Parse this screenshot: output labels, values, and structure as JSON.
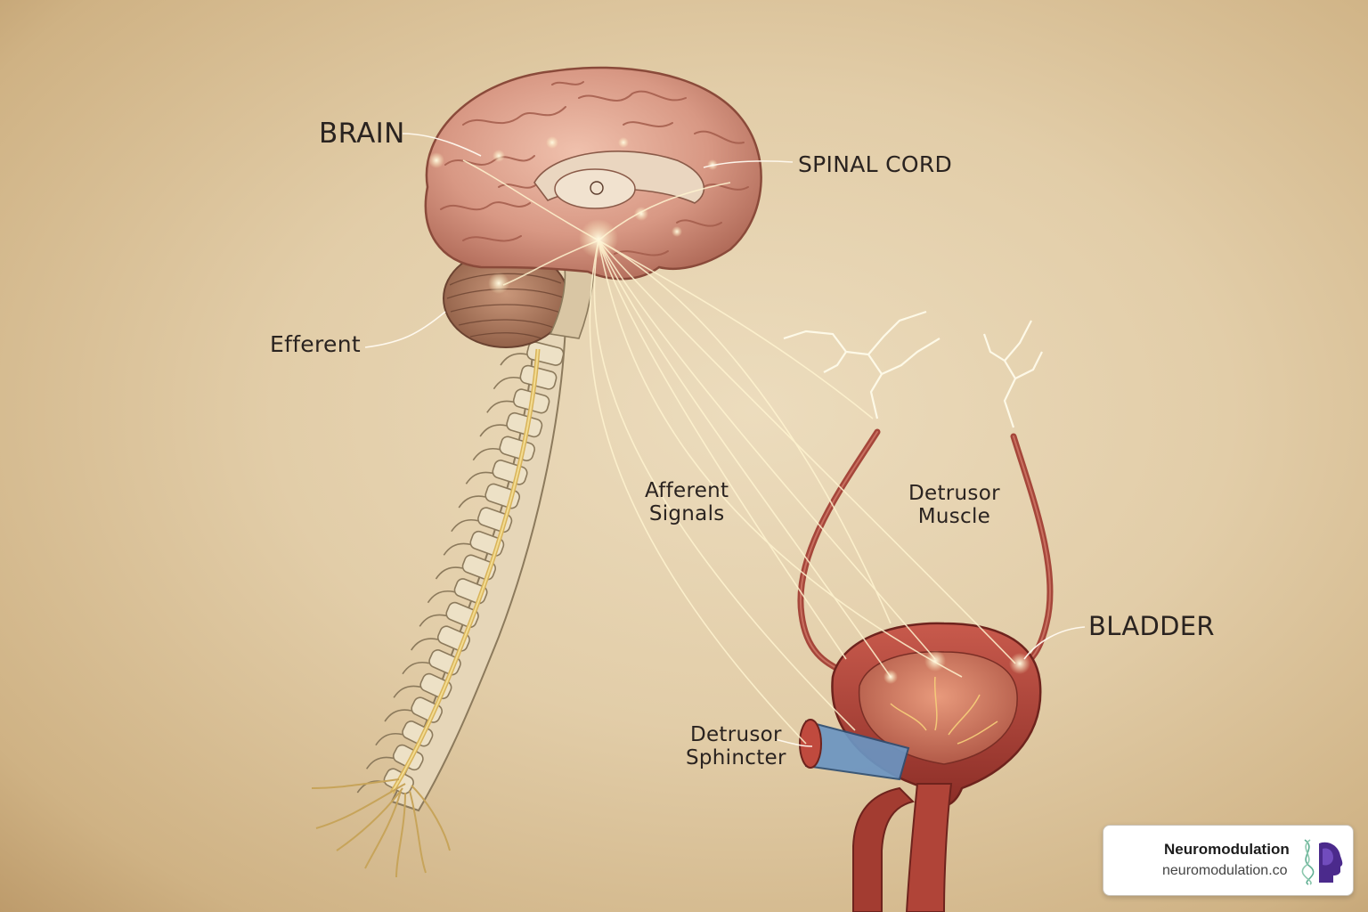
{
  "labels": {
    "brain": "BRAIN",
    "spinal_cord": "SPINAL CORD",
    "efferent": "Efferent",
    "afferent": "Afferent\nSignals",
    "detrusor_muscle": "Detrusor\nMuscle",
    "bladder": "BLADDER",
    "detrusor_sphincter": "Detrusor\nSphincter"
  },
  "watermark": {
    "title": "Neuromodulation",
    "url": "neuromodulation.co"
  },
  "colors": {
    "background": "#e2cda8",
    "brain": "#d99a86",
    "brain_folds": "#a8604f",
    "spine": "#e3d3b4",
    "spinal_nerve": "#d8b35a",
    "bladder": "#b8443a",
    "sphincter": "#5b86b6",
    "signal_glow": "#fff6d8"
  },
  "icons": [
    "brain-icon",
    "dna-icon",
    "head-profile-icon"
  ]
}
